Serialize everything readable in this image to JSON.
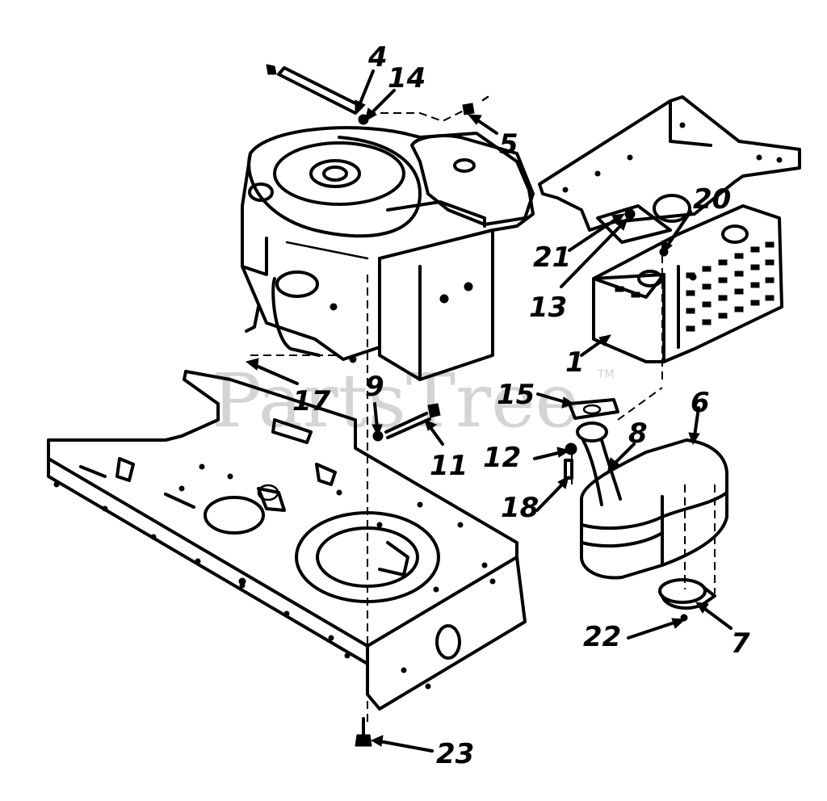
{
  "watermark": {
    "text": "PartsTree",
    "trademark": "TM"
  },
  "callouts": [
    {
      "id": "c4",
      "label": "4"
    },
    {
      "id": "c14",
      "label": "14"
    },
    {
      "id": "c5",
      "label": "5"
    },
    {
      "id": "c20",
      "label": "20"
    },
    {
      "id": "c21",
      "label": "21"
    },
    {
      "id": "c13",
      "label": "13"
    },
    {
      "id": "c1",
      "label": "1"
    },
    {
      "id": "c17",
      "label": "17"
    },
    {
      "id": "c9",
      "label": "9"
    },
    {
      "id": "c15",
      "label": "15"
    },
    {
      "id": "c6",
      "label": "6"
    },
    {
      "id": "c8",
      "label": "8"
    },
    {
      "id": "c12",
      "label": "12"
    },
    {
      "id": "c11",
      "label": "11"
    },
    {
      "id": "c18",
      "label": "18"
    },
    {
      "id": "c22",
      "label": "22"
    },
    {
      "id": "c7",
      "label": "7"
    },
    {
      "id": "c23",
      "label": "23"
    }
  ]
}
